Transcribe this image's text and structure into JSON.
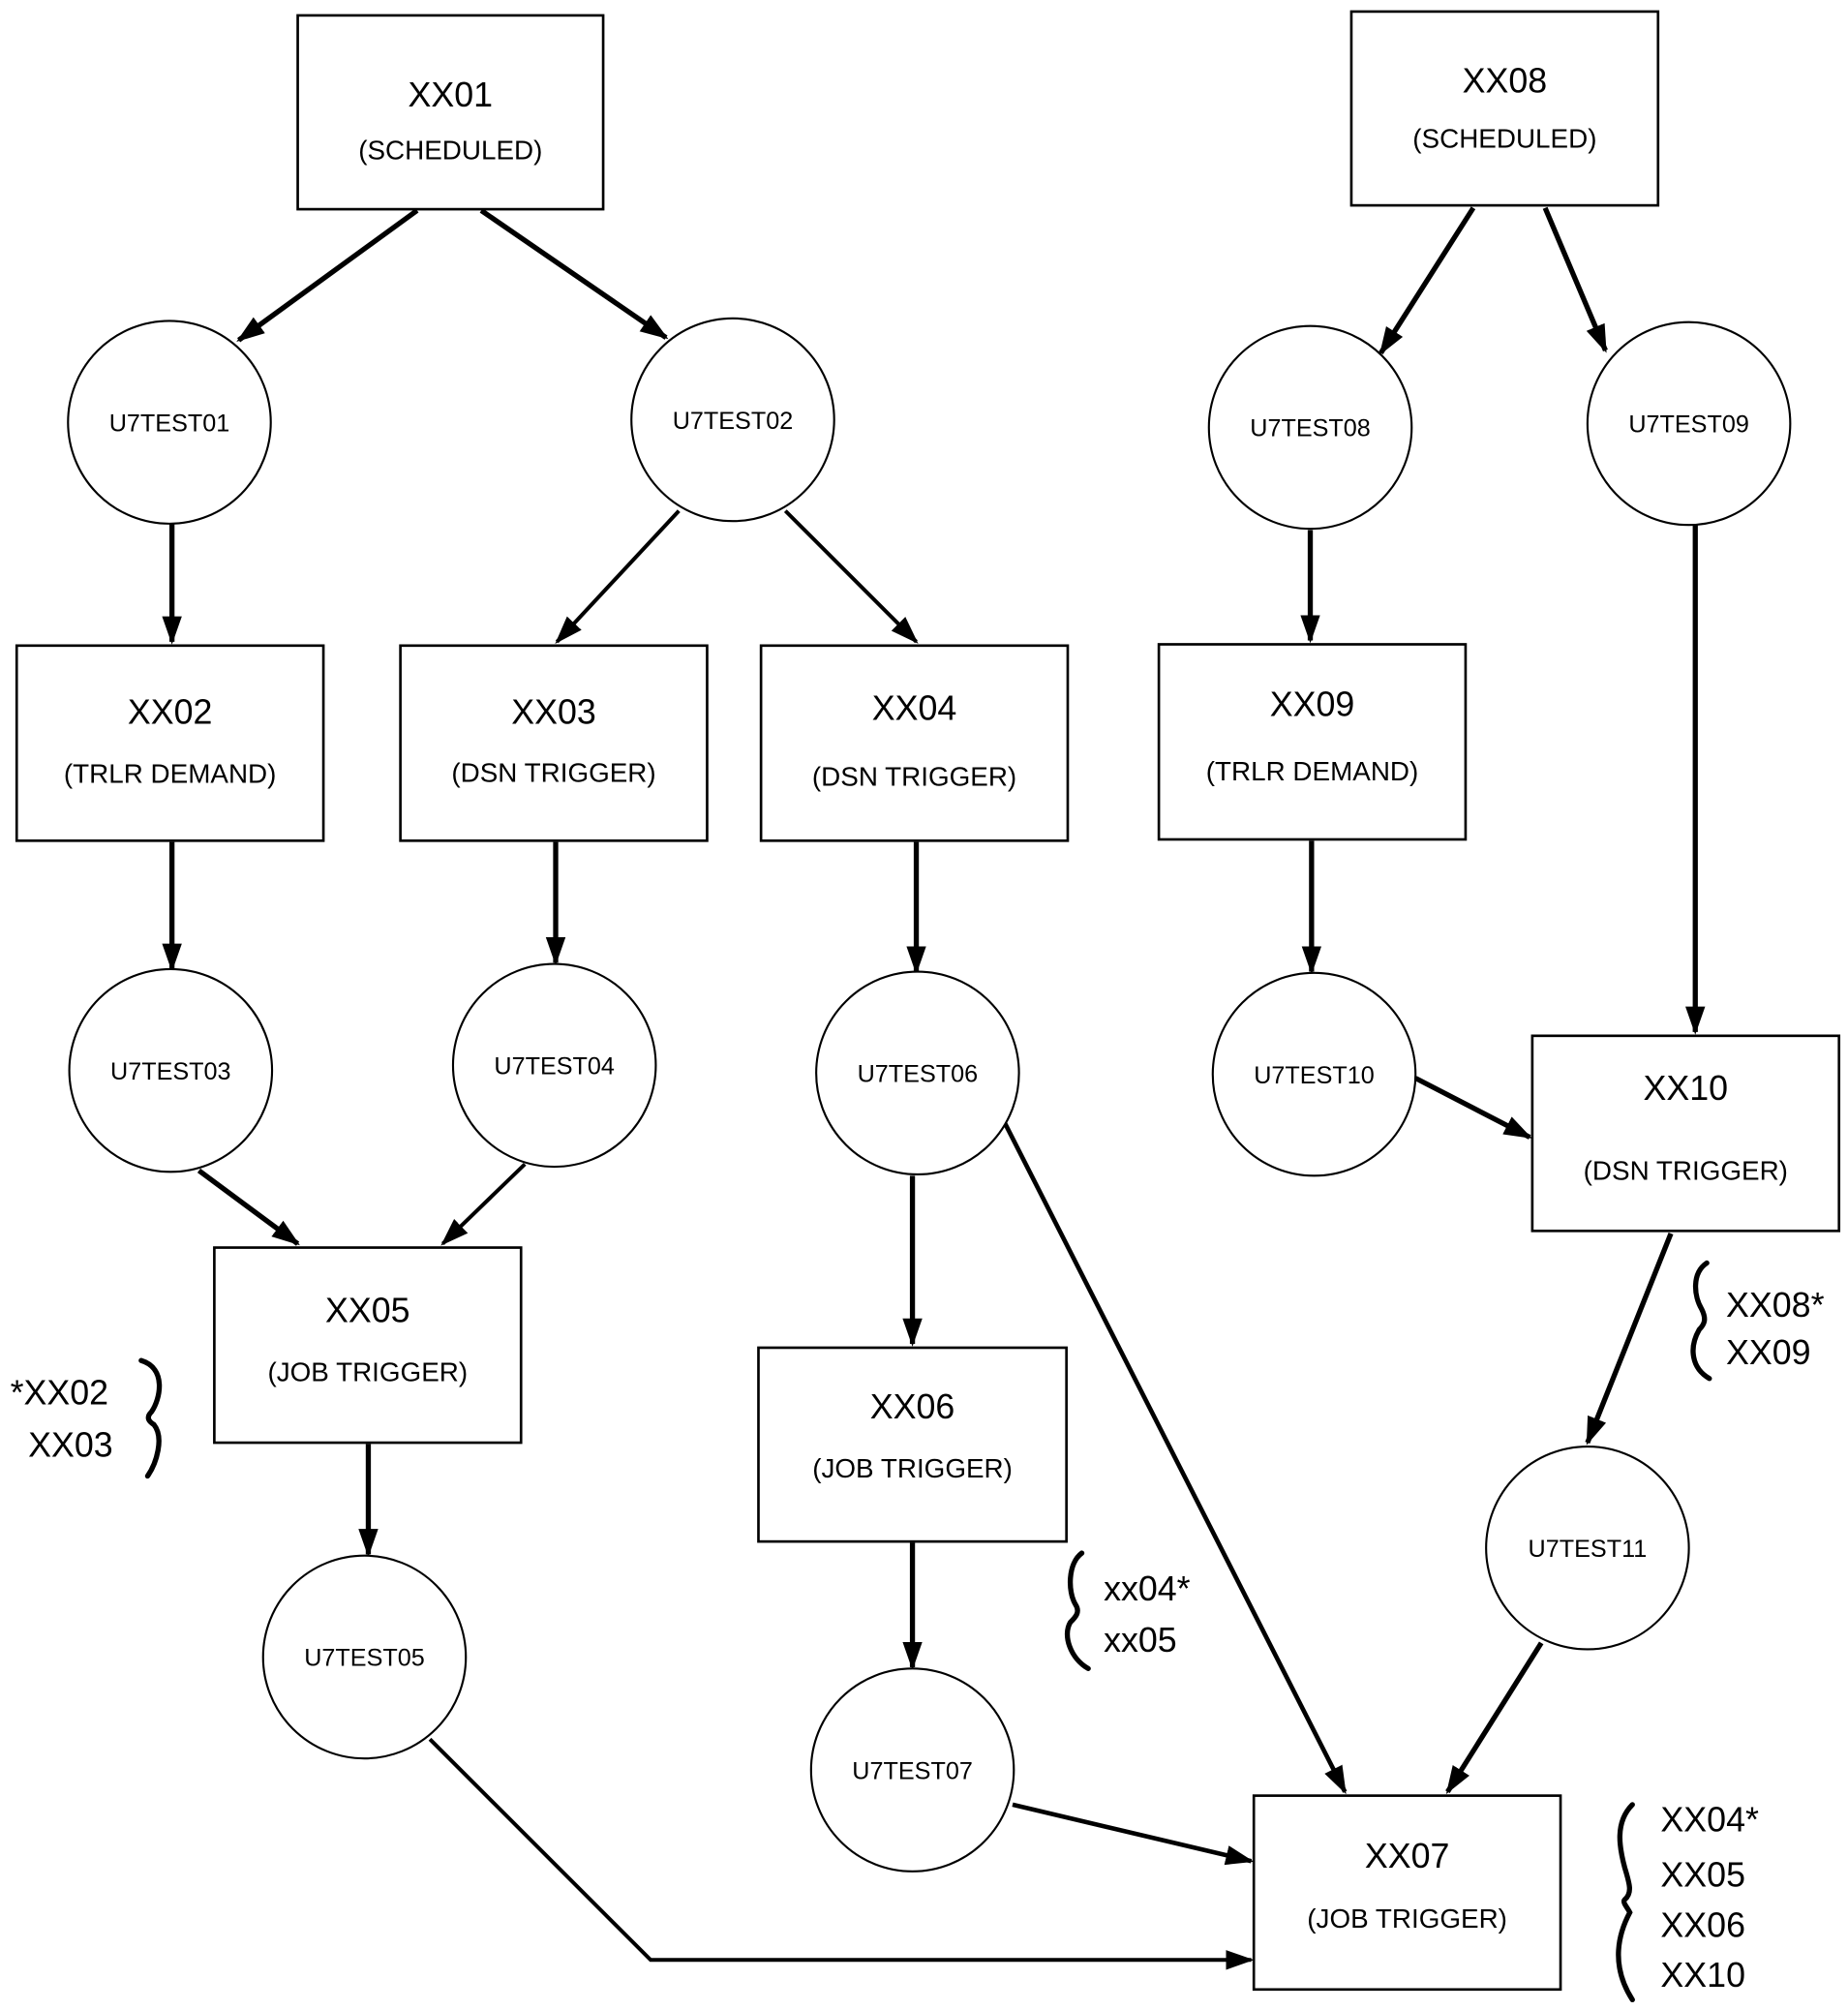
{
  "diagram": {
    "jobs": [
      {
        "id": "XX01",
        "type": "(SCHEDULED)"
      },
      {
        "id": "XX02",
        "type": "(TRLR DEMAND)"
      },
      {
        "id": "XX03",
        "type": "(DSN TRIGGER)"
      },
      {
        "id": "XX04",
        "type": "(DSN TRIGGER)"
      },
      {
        "id": "XX05",
        "type": "(JOB TRIGGER)"
      },
      {
        "id": "XX06",
        "type": "(JOB TRIGGER)"
      },
      {
        "id": "XX07",
        "type": "(JOB TRIGGER)"
      },
      {
        "id": "XX08",
        "type": "(SCHEDULED)"
      },
      {
        "id": "XX09",
        "type": "(TRLR DEMAND)"
      },
      {
        "id": "XX10",
        "type": "(DSN TRIGGER)"
      }
    ],
    "datasets": [
      "U7TEST01",
      "U7TEST02",
      "U7TEST03",
      "U7TEST04",
      "U7TEST05",
      "U7TEST06",
      "U7TEST07",
      "U7TEST08",
      "U7TEST09",
      "U7TEST10",
      "U7TEST11"
    ],
    "edges": [
      [
        "XX01",
        "U7TEST01"
      ],
      [
        "XX01",
        "U7TEST02"
      ],
      [
        "U7TEST01",
        "XX02"
      ],
      [
        "U7TEST02",
        "XX03"
      ],
      [
        "U7TEST02",
        "XX04"
      ],
      [
        "XX02",
        "U7TEST03"
      ],
      [
        "XX03",
        "U7TEST04"
      ],
      [
        "XX04",
        "U7TEST06"
      ],
      [
        "U7TEST03",
        "XX05"
      ],
      [
        "U7TEST04",
        "XX05"
      ],
      [
        "XX05",
        "U7TEST05"
      ],
      [
        "U7TEST06",
        "XX06"
      ],
      [
        "U7TEST06",
        "XX07"
      ],
      [
        "XX06",
        "U7TEST07"
      ],
      [
        "U7TEST05",
        "XX07"
      ],
      [
        "U7TEST07",
        "XX07"
      ],
      [
        "XX08",
        "U7TEST08"
      ],
      [
        "XX08",
        "U7TEST09"
      ],
      [
        "U7TEST08",
        "XX09"
      ],
      [
        "XX09",
        "U7TEST10"
      ],
      [
        "U7TEST09",
        "XX10"
      ],
      [
        "U7TEST10",
        "XX10"
      ],
      [
        "XX10",
        "U7TEST11"
      ],
      [
        "U7TEST11",
        "XX07"
      ]
    ],
    "notes": [
      {
        "target": "XX05",
        "lines": [
          "*XX02",
          "XX03"
        ]
      },
      {
        "target": "XX06",
        "lines": [
          "xx04*",
          "xx05"
        ]
      },
      {
        "target": "XX10",
        "lines": [
          "XX08*",
          "XX09"
        ]
      },
      {
        "target": "XX07",
        "lines": [
          "XX04*",
          "XX05",
          "XX06",
          "XX10"
        ]
      }
    ]
  }
}
